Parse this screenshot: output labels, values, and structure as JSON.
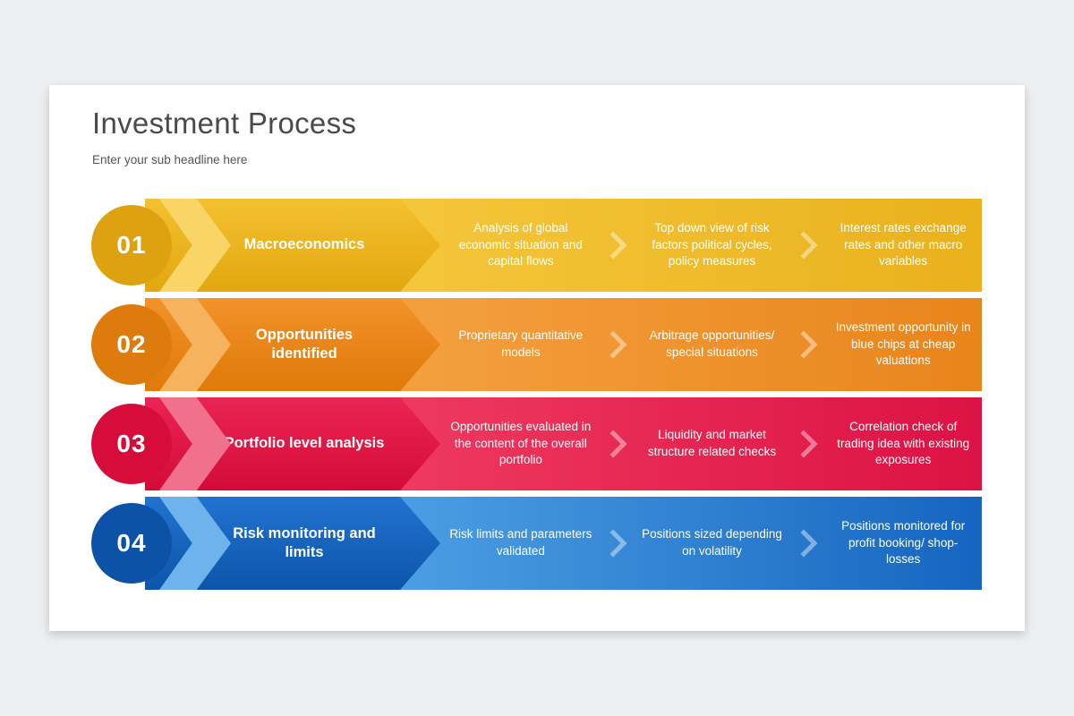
{
  "slide": {
    "title": "Investment Process",
    "subtitle": "Enter your sub headline here"
  },
  "steps": [
    {
      "number": "01",
      "title": "Macroeconomics",
      "items": [
        "Analysis of global economic situation and capital flows",
        "Top down view of risk factors political cycles, policy measures",
        "Interest rates exchange rates and other macro variables"
      ],
      "colors": {
        "circle": "#DEA210",
        "banner": [
          "#F4C132",
          "#E2A70D"
        ],
        "bar": [
          "#F5C73C",
          "#E9B11C"
        ],
        "chevron": "#F8D566"
      }
    },
    {
      "number": "02",
      "title": "Opportunities identified",
      "items": [
        "Proprietary quantitative models",
        "Arbitrage opportunities/ special situations",
        "Investment opportunity in blue chips at cheap valuations"
      ],
      "colors": {
        "circle": "#DE7B0D",
        "banner": [
          "#F2922A",
          "#DF7A09"
        ],
        "bar": [
          "#F5A040",
          "#E8851B"
        ],
        "chevron": "#F6B25C"
      }
    },
    {
      "number": "03",
      "title": "Portfolio level analysis",
      "items": [
        "Opportunities evaluated in the content of the overall portfolio",
        "Liquidity and market structure related checks",
        "Correlation check of trading idea with existing exposures"
      ],
      "colors": {
        "circle": "#D60D3B",
        "banner": [
          "#EA2553",
          "#D40B39"
        ],
        "bar": [
          "#EF3A60",
          "#DC1244"
        ],
        "chevron": "#F1718D"
      }
    },
    {
      "number": "04",
      "title": "Risk monitoring and limits",
      "items": [
        "Risk limits and parameters validated",
        "Positions sized depending on volatility",
        "Positions monitored for profit booking/ shop-losses"
      ],
      "colors": {
        "circle": "#0C52A6",
        "banner": [
          "#2173D0",
          "#0D55AA"
        ],
        "bar": [
          "#4DA0E4",
          "#1565C0"
        ],
        "chevron": "#6FB3EC"
      }
    }
  ]
}
